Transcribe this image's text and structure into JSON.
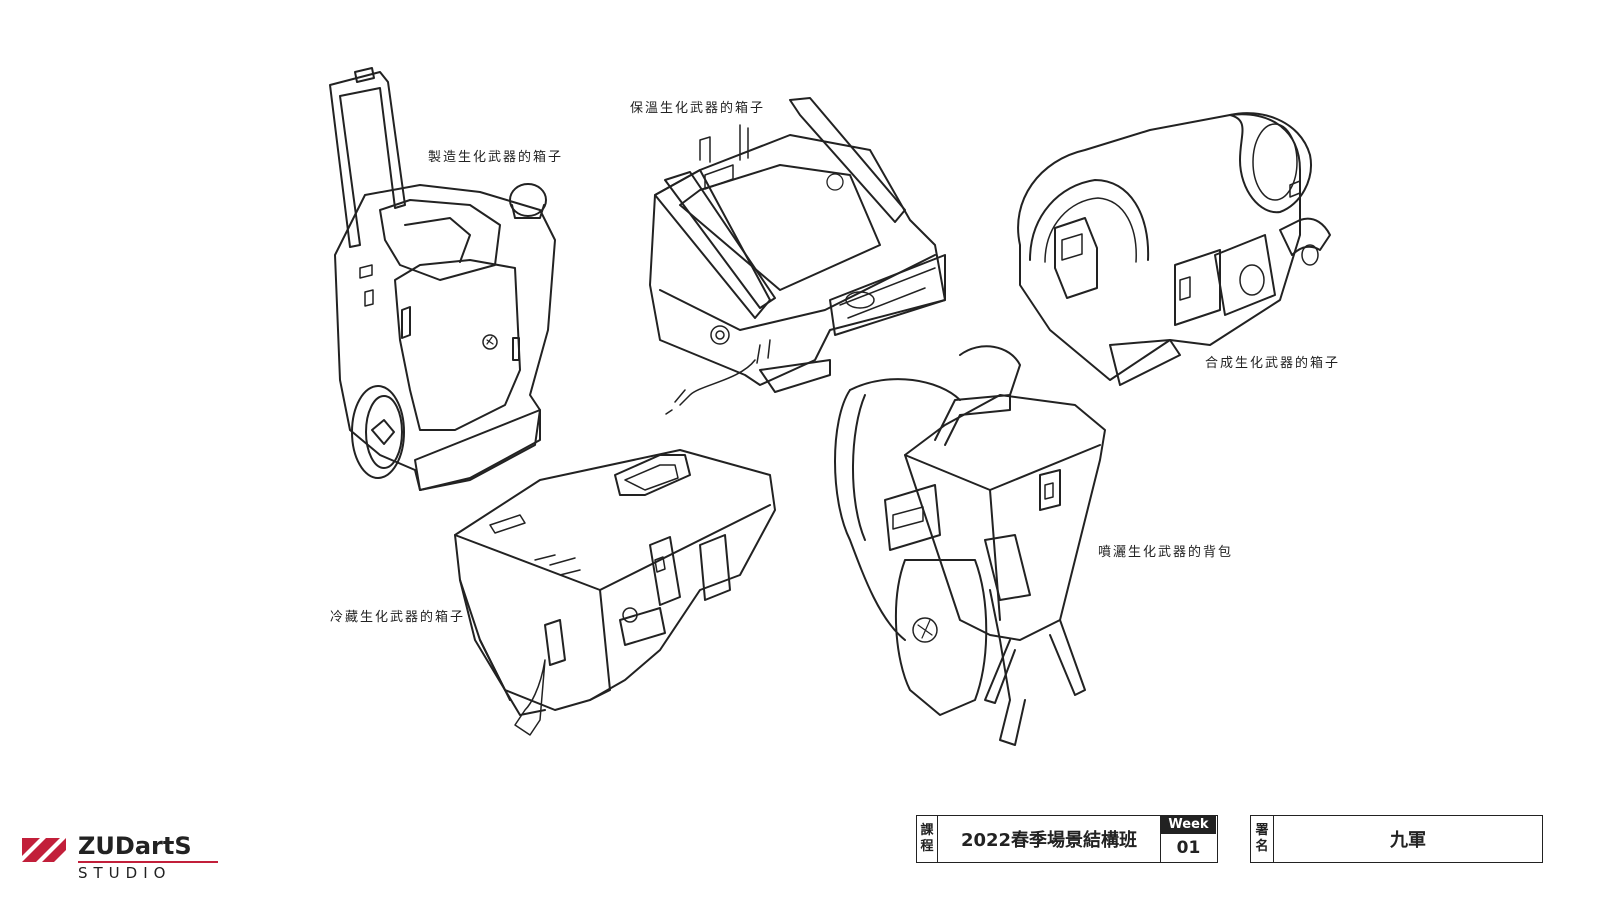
{
  "captions": {
    "wheeled_case": "製造生化武器的箱子",
    "thermal_case": "保溫生化武器的箱子",
    "synth_case": "合成生化武器的箱子",
    "cold_case": "冷藏生化武器的箱子",
    "spray_backpack": "噴灑生化武器的背包"
  },
  "logo": {
    "word": "ZUDartS",
    "sub": "STUDIO",
    "accent_color": "#c21f3a"
  },
  "footer": {
    "course_label_1": "課",
    "course_label_2": "程",
    "course_name": "2022春季場景結構班",
    "week_label": "Week",
    "week_number": "01",
    "sign_label_1": "署",
    "sign_label_2": "名",
    "signature": "九軍"
  },
  "colors": {
    "ink": "#222222",
    "paper": "#ffffff"
  }
}
